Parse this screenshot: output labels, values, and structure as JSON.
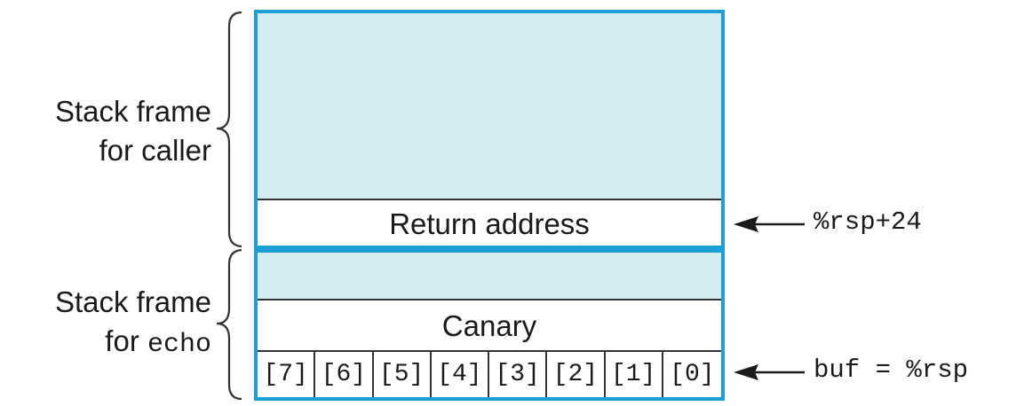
{
  "frames": {
    "caller": {
      "line1": "Stack frame",
      "line2": "for caller"
    },
    "echo": {
      "line1": "Stack frame",
      "line2_prefix": "for ",
      "line2_code": "echo"
    }
  },
  "stack": {
    "return_address": "Return address",
    "canary": "Canary",
    "buffer_cells": [
      "[7]",
      "[6]",
      "[5]",
      "[4]",
      "[3]",
      "[2]",
      "[1]",
      "[0]"
    ]
  },
  "pointers": {
    "return_address": "%rsp+24",
    "buffer": "buf = %rsp"
  },
  "colors": {
    "outline": "#1c9fd6",
    "fill": "#d4ebf2",
    "white": "#ffffff",
    "divider": "#333333"
  }
}
